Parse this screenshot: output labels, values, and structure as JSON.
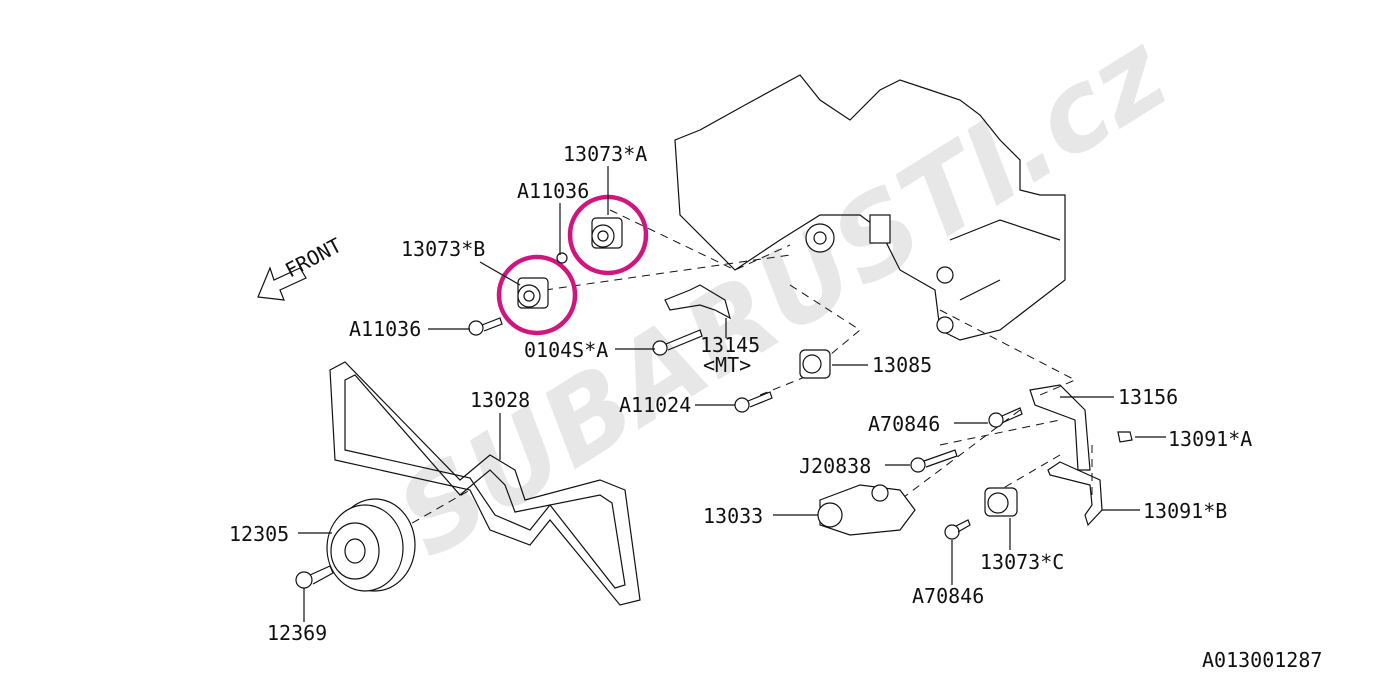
{
  "watermark": "SUBARUSTI.cz",
  "front_label": "FRONT",
  "diagram_code": "A013001287",
  "highlight_color": "#d0157f",
  "callouts": {
    "p13073A": "13073*A",
    "a11036_top": "A11036",
    "p13073B": "13073*B",
    "a11036_left": "A11036",
    "p0104SA": "0104S*A",
    "p13145": "13145",
    "p13145_note": "<MT>",
    "p13085": "13085",
    "a11024": "A11024",
    "p13028": "13028",
    "p13156": "13156",
    "a70846_mid": "A70846",
    "p13091A": "13091*A",
    "j20838": "J20838",
    "p13033": "13033",
    "p13091B": "13091*B",
    "p12305": "12305",
    "p12369": "12369",
    "p13073C": "13073*C",
    "a70846_bottom": "A70846"
  }
}
